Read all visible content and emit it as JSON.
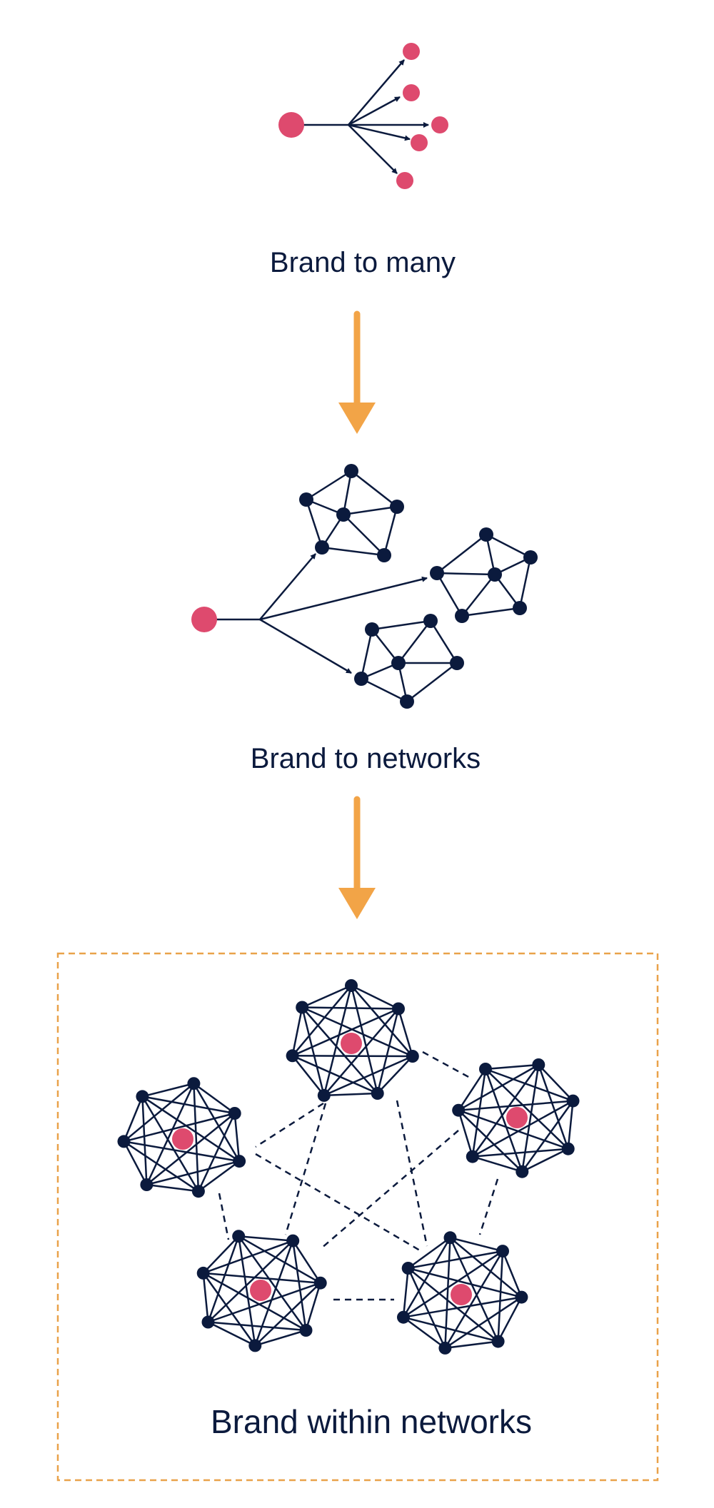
{
  "colors": {
    "navy": "#0b1a3d",
    "brand_pink": "#de4a6e",
    "arrow_orange": "#f2a447",
    "frame_orange": "#e9a24a"
  },
  "stages": [
    {
      "label": "Brand to many"
    },
    {
      "label": "Brand to networks"
    },
    {
      "label": "Brand within networks"
    }
  ]
}
